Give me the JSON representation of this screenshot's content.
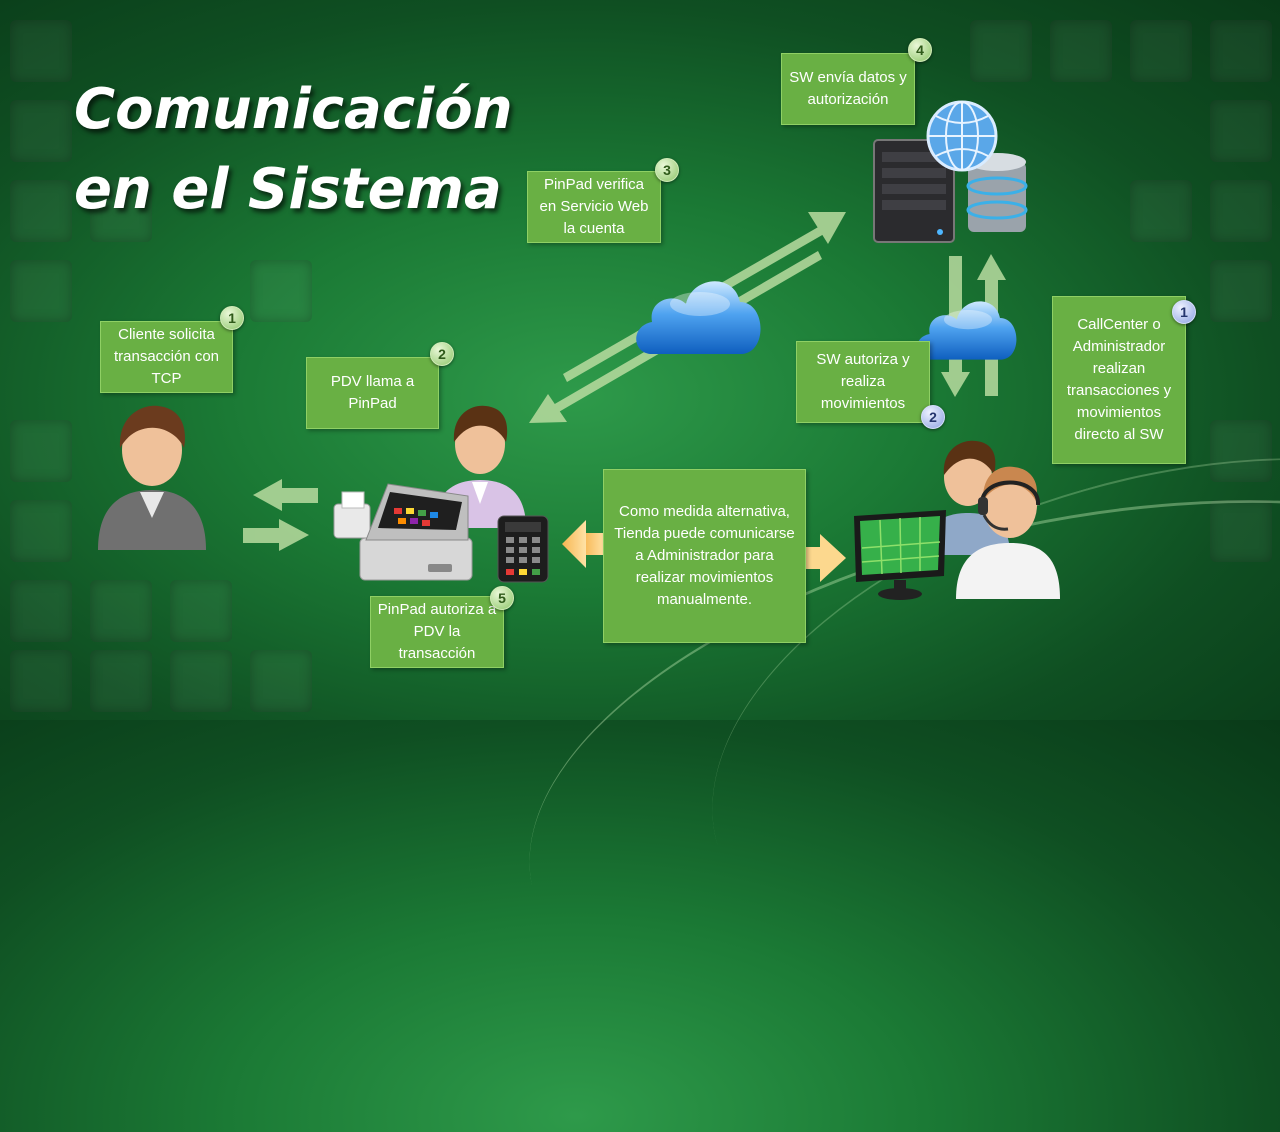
{
  "slide": {
    "title_line1": "Comunicación",
    "title_line2": "en el Sistema"
  },
  "steps": {
    "cliente": {
      "badge": "1",
      "text": "Cliente solicita transacción con TCP"
    },
    "pdv": {
      "badge": "2",
      "text": "PDV llama a PinPad"
    },
    "pinpad_verifica": {
      "badge": "3",
      "text": "PinPad verifica en Servicio Web la cuenta"
    },
    "sw_envia": {
      "badge": "4",
      "text": "SW envía datos y autorización"
    },
    "pinpad_autoriza": {
      "badge": "5",
      "text": "PinPad autoriza a PDV la transacción"
    },
    "callcenter": {
      "badge": "1",
      "text": "CallCenter o Administrador realizan transacciones y movimientos directo al SW"
    },
    "sw_autoriza": {
      "badge": "2",
      "text": "SW autoriza y realiza movimientos"
    },
    "alternativa": {
      "text": "Como medida alternativa, Tienda puede comunicarse a Administrador para realizar movimientos manualmente."
    }
  },
  "colors": {
    "box_fill": "#69b044",
    "badge_green": "#8ec66a",
    "badge_blue": "#8da2e2",
    "background": "#1b7a35"
  },
  "icons": [
    "customer-person-icon",
    "cashier-person-icon",
    "cash-register-icon",
    "pinpad-keypad-icon",
    "cloud-icon",
    "server-globe-database-icon",
    "callcenter-agents-icon",
    "monitor-icon"
  ]
}
